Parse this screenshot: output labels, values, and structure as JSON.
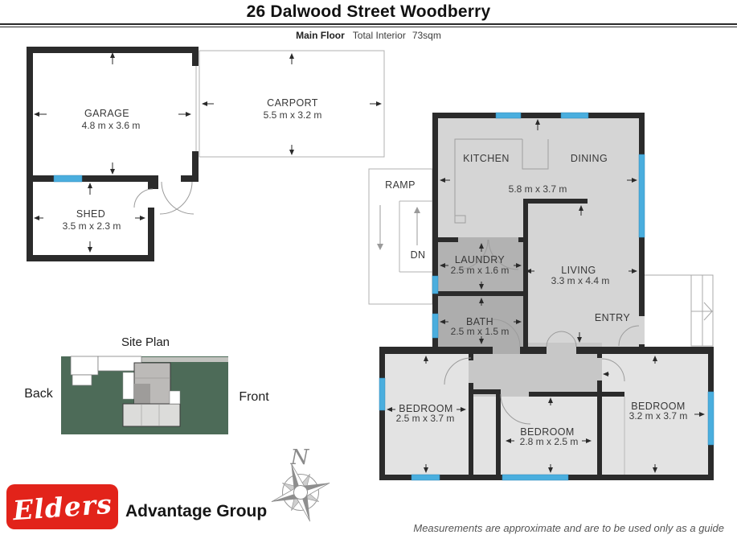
{
  "header": {
    "title": "26 Dalwood Street Woodberry",
    "floor_label": "Main Floor",
    "interior_label": "Total Interior",
    "interior_area": "73sqm"
  },
  "rooms": {
    "garage": {
      "name": "GARAGE",
      "dims": "4.8 m x 3.6 m"
    },
    "shed": {
      "name": "SHED",
      "dims": "3.5 m x 2.3 m"
    },
    "carport": {
      "name": "CARPORT",
      "dims": "5.5 m x 3.2 m"
    },
    "kitchen": {
      "name": "KITCHEN"
    },
    "dining": {
      "name": "DINING"
    },
    "kitchen_dining_dims": "5.8 m x 3.7 m",
    "ramp_label": "RAMP",
    "dn_label": "DN",
    "laundry": {
      "name": "LAUNDRY",
      "dims": "2.5 m x 1.6 m"
    },
    "living": {
      "name": "LIVING",
      "dims": "3.3 m x 4.4 m"
    },
    "bath": {
      "name": "BATH",
      "dims": "2.5 m x 1.5 m"
    },
    "entry": {
      "name": "ENTRY"
    },
    "bedroom_left": {
      "name": "BEDROOM",
      "dims": "2.5 m x 3.7 m"
    },
    "bedroom_middle": {
      "name": "BEDROOM",
      "dims": "2.8 m x 2.5 m"
    },
    "bedroom_right": {
      "name": "BEDROOM",
      "dims": "3.2 m x 3.7 m"
    }
  },
  "site_plan": {
    "title": "Site Plan",
    "back_label": "Back",
    "front_label": "Front"
  },
  "compass": {
    "north_label": "N"
  },
  "branding": {
    "logo_text": "Elders",
    "group_name": "Advantage Group"
  },
  "footer": {
    "disclaimer": "Measurements are approximate and are to be used only as a guide"
  },
  "colors": {
    "wall": "#2b2b2b",
    "window": "#4aaede",
    "floor_main": "#d5d5d5",
    "floor_bedroom": "#e3e3e3",
    "floor_wet": "#b2b2b2",
    "floor_bath": "#adadad",
    "floor_hall": "#c7c7c7",
    "site_green": "#4d6b58",
    "elders_red": "#e2231a"
  }
}
